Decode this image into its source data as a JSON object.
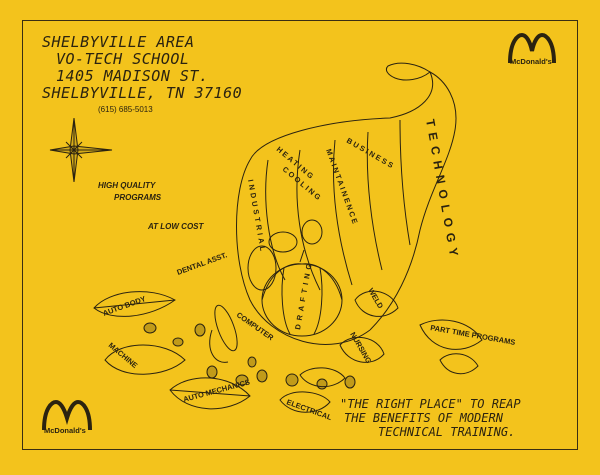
{
  "header": {
    "line1": "SHELBYVILLE AREA",
    "line2": "VO-TECH SCHOOL",
    "line3": "1405 MADISON ST.",
    "line4": "SHELBYVILLE, TN 37160",
    "phone": "(615) 685-5013"
  },
  "taglines": {
    "quality_line1": "HIGH QUALITY",
    "quality_line2": "PROGRAMS",
    "cost": "AT LOW COST"
  },
  "slogan": {
    "line1": "\"THE RIGHT PLACE\" TO REAP",
    "line2": "THE BENEFITS OF MODERN",
    "line3": "TECHNICAL TRAINING."
  },
  "logo_text": "McDonald's",
  "cornucopia": {
    "word_technology": "TECHNOLOGY",
    "programs": [
      "INDUSTRIAL",
      "HEATING",
      "COOLING",
      "MAINTAINENCE",
      "BUSINESS",
      "DENTAL ASST.",
      "DRAFTING",
      "WELD",
      "AUTO BODY",
      "COMPUTER",
      "NURSING",
      "MACHINE",
      "PART TIME PROGRAMS",
      "AUTO MECHANICS",
      "ELECTRICAL"
    ]
  },
  "colors": {
    "background": "#f3c31c",
    "ink": "#2b2310"
  }
}
